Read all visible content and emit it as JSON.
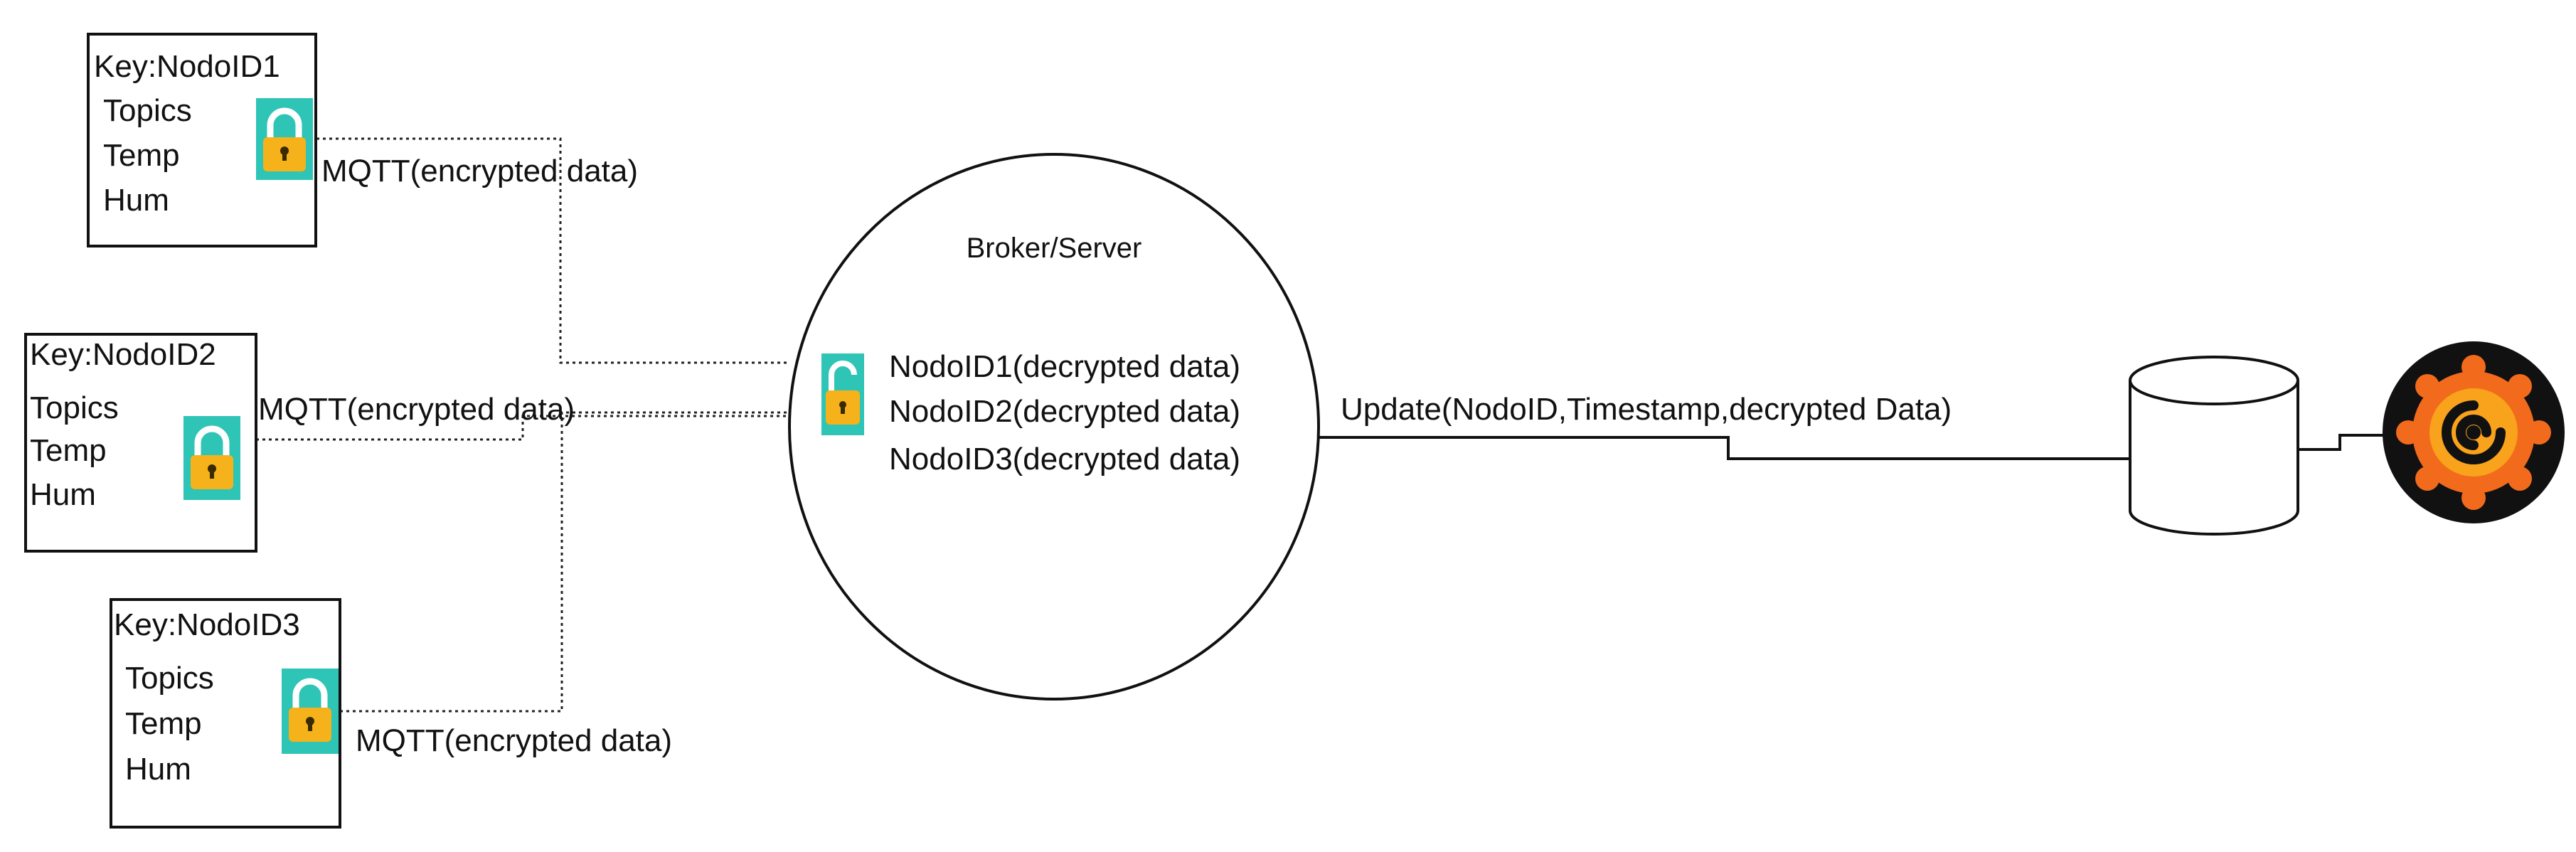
{
  "nodes": [
    {
      "key": "Key:NodoID1",
      "topics": "Topics",
      "temp": "Temp",
      "hum": "Hum",
      "link": "MQTT(encrypted data)",
      "lock_icon": "padlock-closed-icon"
    },
    {
      "key": "Key:NodoID2",
      "topics": "Topics",
      "temp": "Temp",
      "hum": "Hum",
      "link": "MQTT(encrypted data)",
      "lock_icon": "padlock-closed-icon"
    },
    {
      "key": "Key:NodoID3",
      "topics": "Topics",
      "temp": "Temp",
      "hum": "Hum",
      "link": "MQTT(encrypted data)",
      "lock_icon": "padlock-closed-icon"
    }
  ],
  "broker": {
    "title": "Broker/Server",
    "lock_icon": "padlock-open-icon",
    "lines": [
      "NodoID1(decrypted data)",
      "NodoID2(decrypted data)",
      "NodoID3(decrypted data)"
    ]
  },
  "update_label": "Update(NodoID,Timestamp,decrypted Data)",
  "database_icon": "database-cylinder-icon",
  "dashboard_icon": "grafana-logo-icon",
  "colors": {
    "lock_bg": "#2ec4b6",
    "lock_body": "#f6b21a",
    "lock_shackle": "#ffffff",
    "logo_bg": "#111111",
    "logo_orange": "#f26b1d",
    "logo_yellow": "#f9a21b"
  }
}
